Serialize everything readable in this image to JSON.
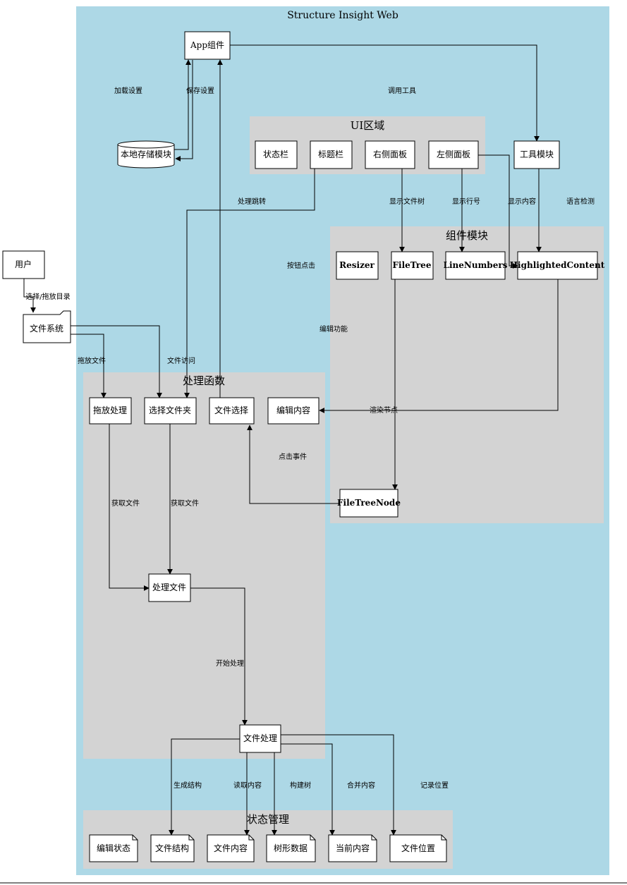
{
  "title": "Structure Insight Web",
  "clusters": {
    "ui": "UI区域",
    "components": "组件模块",
    "handlers": "处理函数",
    "state": "状态管理"
  },
  "nodes": {
    "user": "用户",
    "fs": "文件系统",
    "app": "App组件",
    "storage": "本地存储模块",
    "tools": "工具模块",
    "statusbar": "状态栏",
    "titlebar": "标题栏",
    "rightpanel": "右侧面板",
    "leftpanel": "左侧面板",
    "resizer": "Resizer",
    "filetree": "FileTree",
    "linenumbers": "LineNumbers",
    "highlighted": "HighlightedContent",
    "filetreenode": "FileTreeNode",
    "drop": "拖放处理",
    "selectfolder": "选择文件夹",
    "fileselect": "文件选择",
    "editcontent": "编辑内容",
    "processfiles": "处理文件",
    "fileprocess": "文件处理",
    "editstate": "编辑状态",
    "filestructure": "文件结构",
    "filecontent": "文件内容",
    "treedata": "树形数据",
    "currentcontent": "当前内容",
    "fileposition": "文件位置"
  },
  "edge_labels": {
    "load_settings": "加载设置",
    "save_settings": "保存设置",
    "call_tools": "调用工具",
    "handle_jump": "处理跳转",
    "show_tree": "显示文件树",
    "show_lines": "显示行号",
    "show_content": "显示内容",
    "lang_detect": "语言检测",
    "button_click": "按钮点击",
    "edit_func": "编辑功能",
    "select_drag": "选择/拖放目录",
    "drag_file": "拖放文件",
    "file_access": "文件访问",
    "render_node": "渲染节点",
    "click_event": "点击事件",
    "get_files_1": "获取文件",
    "get_files_2": "获取文件",
    "start_process": "开始处理",
    "gen_structure": "生成结构",
    "read_content": "读取内容",
    "build_tree": "构建树",
    "merge_content": "合并内容",
    "record_pos": "记录位置"
  },
  "colors": {
    "outer_bg": "#add8e6",
    "cluster_bg": "#d3d3d3",
    "node_bg": "#ffffff",
    "stroke": "#000000"
  }
}
